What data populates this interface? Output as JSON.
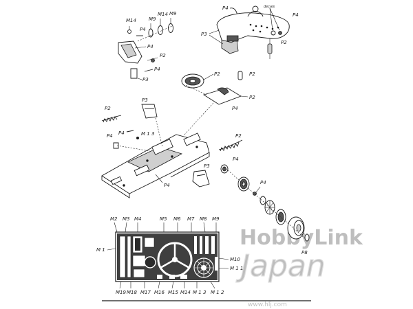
{
  "labels": {
    "p2": "P2",
    "p3": "P3",
    "p4": "P4",
    "p8": "P8",
    "m1": "M 1",
    "m2": "M2",
    "m3": "M3",
    "m4": "M4",
    "m5": "M5",
    "m6": "M6",
    "m7": "M7",
    "m8": "M8",
    "m9": "M9",
    "m10": "M10",
    "m11": "M 1 1",
    "m12": "M 1 2",
    "m13": "M 1 3",
    "m14": "M14",
    "m15": "M15",
    "m16": "M16",
    "m17": "M17",
    "m18": "M18",
    "m19": "M19",
    "decals": "decals"
  },
  "watermark": {
    "brand": "HobbyLink",
    "sub": "Japan",
    "url": "www.hlj.com"
  }
}
